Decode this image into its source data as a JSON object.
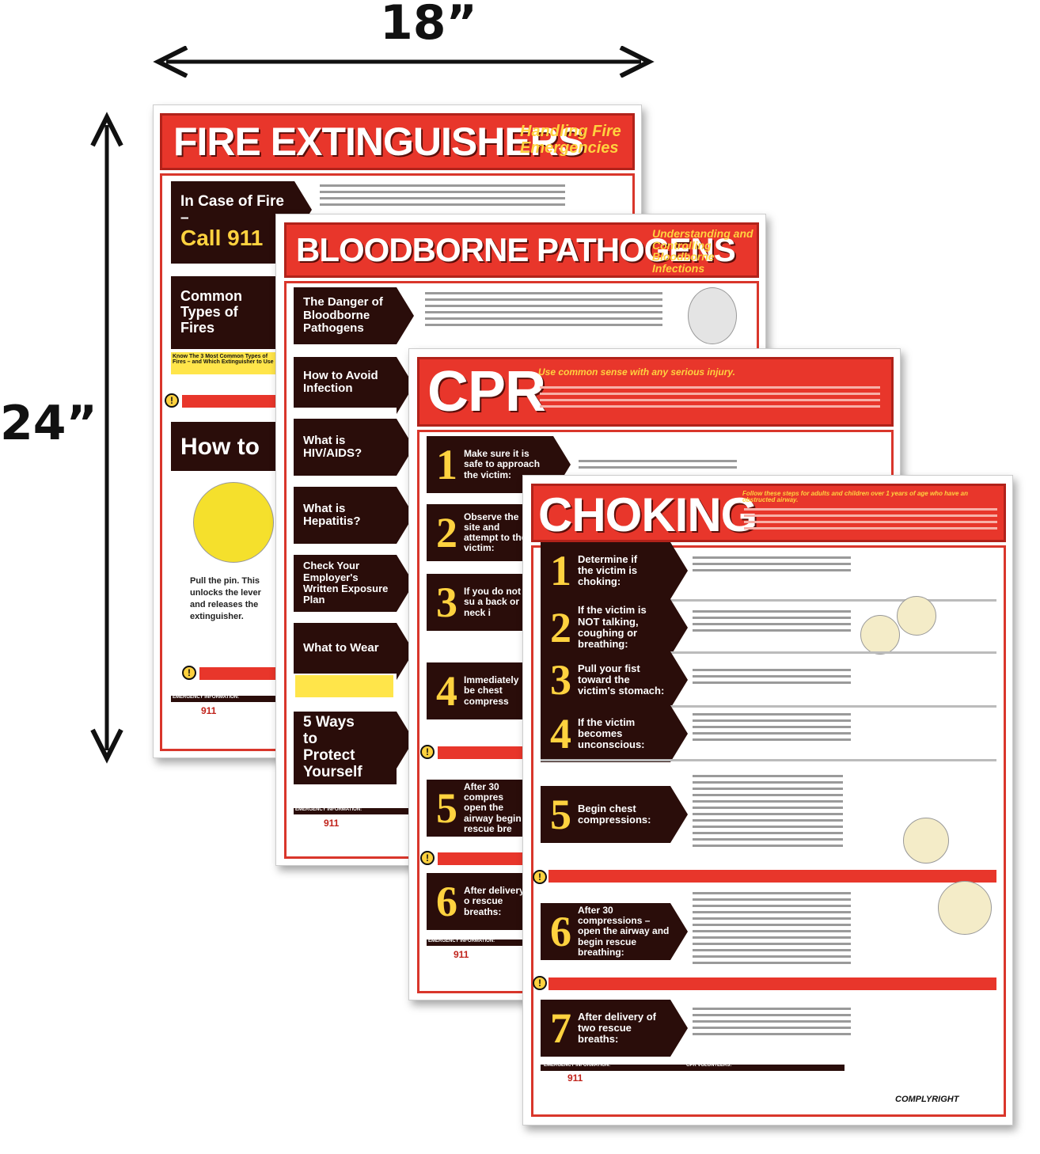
{
  "dimensions": {
    "width_label": "18”",
    "height_label": "24”"
  },
  "posters": {
    "fire": {
      "title": "FIRE EXTINGUISHERS",
      "subtitle": "Handling Fire Emergencies",
      "sections": [
        "In Case of Fire –",
        "Call 911",
        "Common Types of Fires",
        "How to"
      ],
      "note": "Know The 3 Most Common Types of Fires – and Which Extinguisher to Use",
      "pull_text": "Pull the pin. This unlocks the lever and releases the extinguisher.",
      "em_label": "EMERGENCY INFORMATION:",
      "em_number": "911"
    },
    "blood": {
      "title": "BLOODBORNE PATHOGENS",
      "subtitle": "Understanding and Controlling Bloodborne Infections",
      "sections": [
        "The Danger of Bloodborne Pathogens",
        "How to Avoid Infection",
        "What is HIV/AIDS?",
        "What is Hepatitis?",
        "Check Your Employer's Written Exposure Plan",
        "What to Wear",
        "5 Ways to Protect Yourself"
      ],
      "em_label": "EMERGENCY INFORMATION:",
      "em_number": "911"
    },
    "cpr": {
      "title": "CPR",
      "subtitle": "Use common sense with any serious injury.",
      "steps": [
        {
          "num": "1",
          "label": "Make sure it is safe to approach the victim:"
        },
        {
          "num": "2",
          "label": "Observe the site and attempt to the victim:"
        },
        {
          "num": "3",
          "label": "If you do not su a back or neck i"
        },
        {
          "num": "4",
          "label": "Immediately be chest compress"
        },
        {
          "num": "5",
          "label": "After 30 compres open the airway begin rescue bre"
        },
        {
          "num": "6",
          "label": "After delivery o rescue breaths:"
        }
      ],
      "em_label": "EMERGENCY INFORMATION:",
      "em_number": "911"
    },
    "choking": {
      "title": "CHOKING",
      "subtitle": "Follow these steps for adults and children over 1 years of age who have an obstructed airway.",
      "steps": [
        {
          "num": "1",
          "label": "Determine if the victim is choking:"
        },
        {
          "num": "2",
          "label": "If the victim is NOT talking, coughing or breathing:"
        },
        {
          "num": "3",
          "label": "Pull your fist toward the victim's stomach:"
        },
        {
          "num": "4",
          "label": "If the victim becomes unconscious:"
        },
        {
          "num": "5",
          "label": "Begin chest compressions:"
        },
        {
          "num": "6",
          "label": "After 30 compressions – open the airway and begin rescue breathing:"
        },
        {
          "num": "7",
          "label": "After delivery of two rescue breaths:"
        }
      ],
      "em_label": "EMERGENCY INFORMATION:",
      "cpr_label": "CPR VOLUNTEERS:",
      "em_number": "911",
      "logo": "COMPLYRIGHT"
    }
  }
}
